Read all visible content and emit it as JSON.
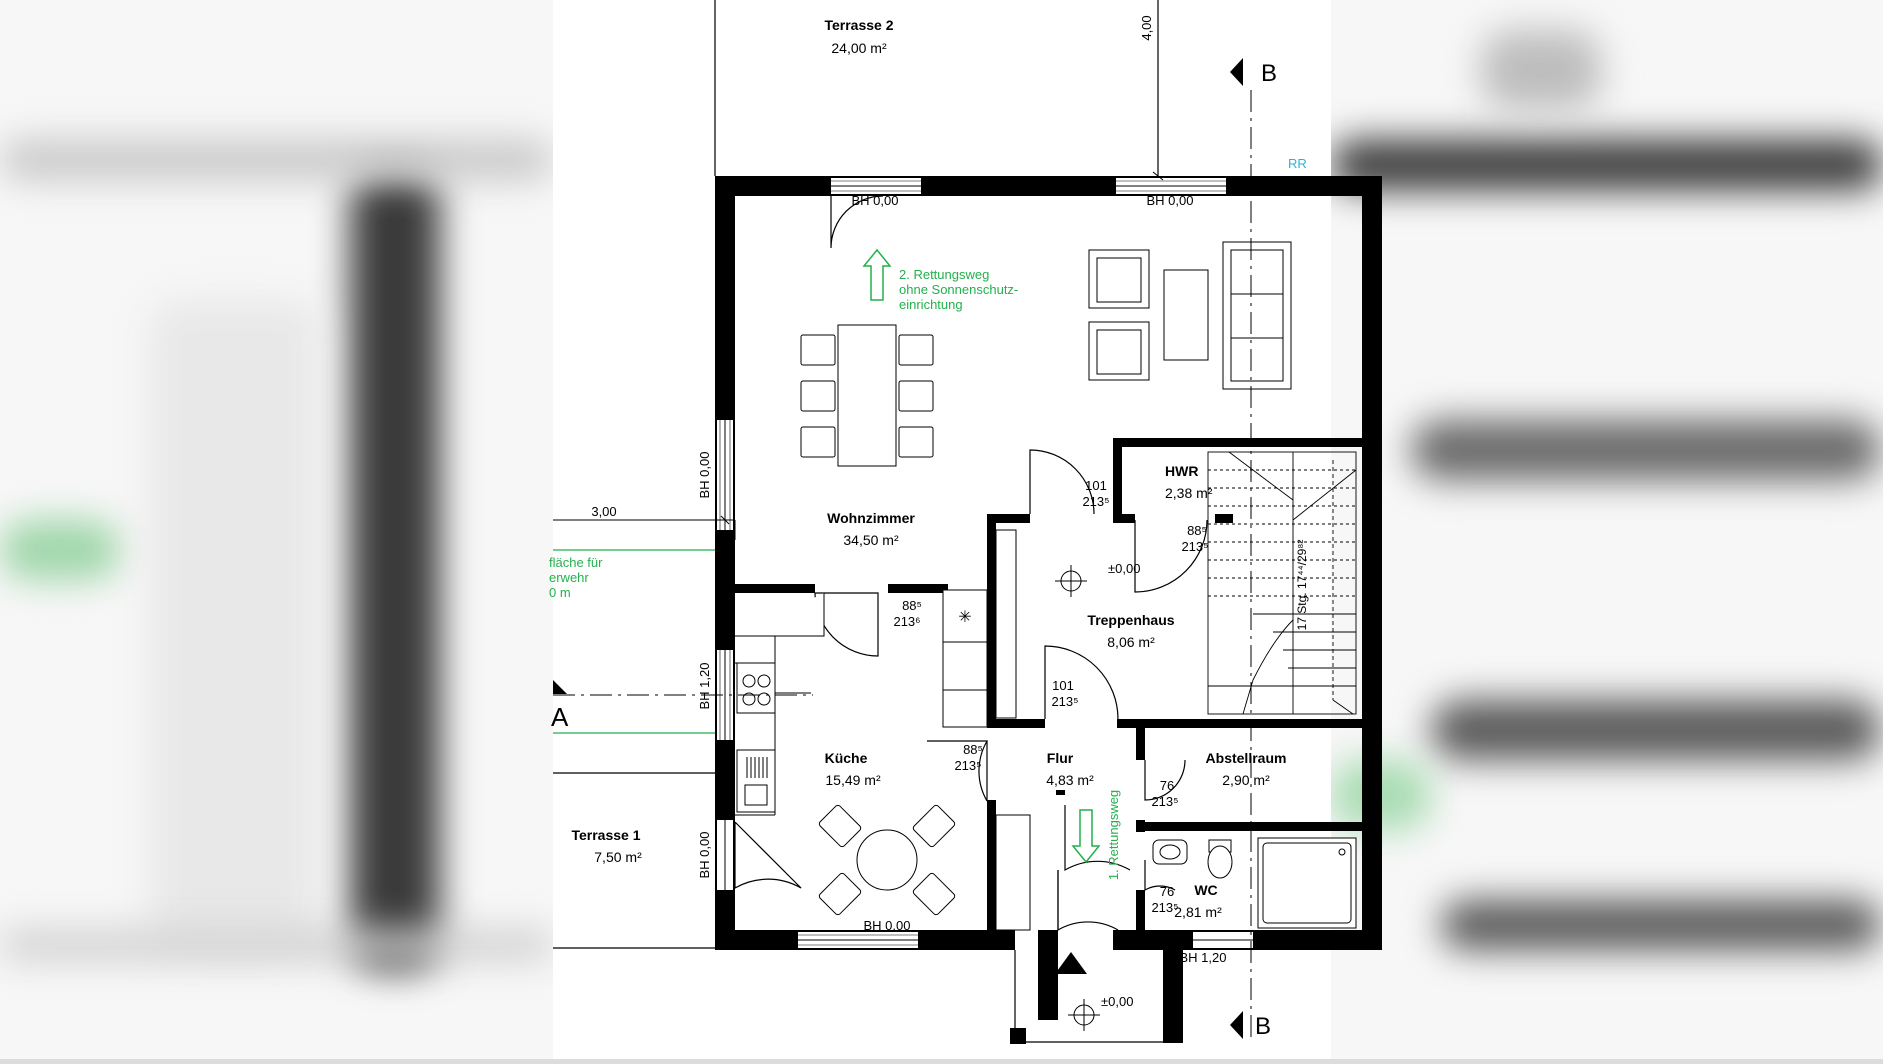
{
  "rooms": {
    "terrasse2": {
      "name": "Terrasse 2",
      "area": "24,00 m²"
    },
    "wohnzimmer": {
      "name": "Wohnzimmer",
      "area": "34,50 m²"
    },
    "hwr": {
      "name": "HWR",
      "area": "2,38 m²"
    },
    "treppenhaus": {
      "name": "Treppenhaus",
      "area": "8,06 m²"
    },
    "kueche": {
      "name": "Küche",
      "area": "15,49 m²"
    },
    "flur": {
      "name": "Flur",
      "area": "4,83 m²"
    },
    "abstellraum": {
      "name": "Abstellraum",
      "area": "2,90 m²"
    },
    "wc": {
      "name": "WC",
      "area": "2,81 m²"
    },
    "terrasse1": {
      "name": "Terrasse 1",
      "area": "7,50 m²"
    }
  },
  "window_labels": {
    "top_left": "BH 0,00",
    "top_right": "BH 0,00",
    "left_upper": "BH 0,00",
    "left_middle": "BH 1,20",
    "left_lower": "BH 0,00",
    "bottom_kitchen": "BH 0,00",
    "bottom_wc": "BH 1,20"
  },
  "door_labels": {
    "wohn_treppe": [
      "101",
      "213⁵"
    ],
    "hwr": [
      "88⁵",
      "213⁵"
    ],
    "kueche_wohn": [
      "88⁵",
      "213⁶"
    ],
    "flur_treppe": [
      "101",
      "213⁵"
    ],
    "kueche_flur": [
      "88⁵",
      "213⁵"
    ],
    "abstellraum": [
      "76",
      "213⁵"
    ],
    "wc": [
      "76",
      "213⁵"
    ]
  },
  "dimensions": {
    "top_vertical": "4,00",
    "left_horizontal": "3,00",
    "stair": "17 Stg. 17⁴⁴/29⁸²"
  },
  "levels": {
    "treppenhaus": "±0,00",
    "entrance": "±0,00"
  },
  "section_labels": {
    "b_top": "B",
    "b_bottom": "B",
    "a_left": "A"
  },
  "rr_label": "RR",
  "escape_routes": {
    "second": [
      "2. Rettungsweg",
      "ohne Sonnenschutz-",
      "einrichtung"
    ],
    "first": "1. Rettungsweg"
  },
  "fire_area_text": [
    "fläche für",
    "erwehr",
    "0 m"
  ],
  "colors": {
    "wall": "#000000",
    "escape_green": "#22b14c",
    "rr_cyan": "#29b6d6"
  }
}
